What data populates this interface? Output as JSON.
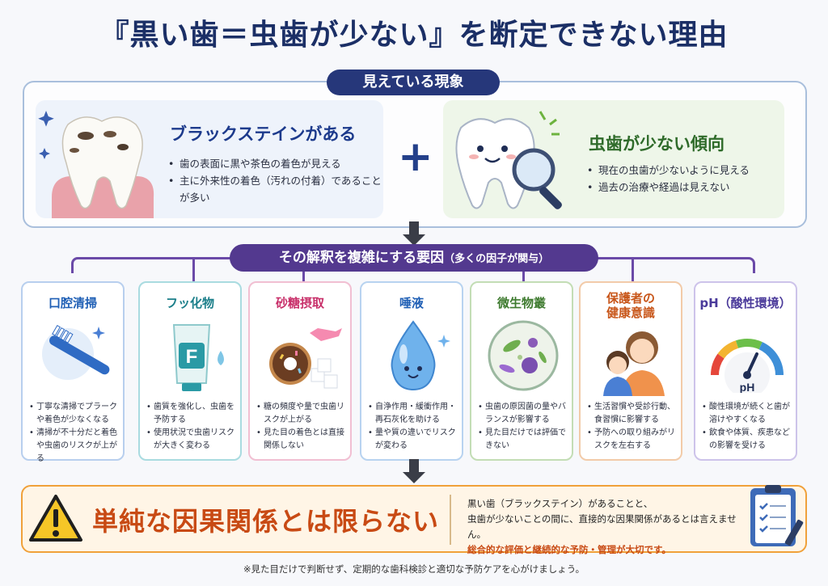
{
  "title": "『黒い歯＝虫歯が少ない』を断定できない理由",
  "phenomena": {
    "header": "見えている現象",
    "left": {
      "title": "ブラックステインがある",
      "bullets": [
        "歯の表面に黒や茶色の着色が見える",
        "主に外来性の着色（汚れの付着）であることが多い"
      ]
    },
    "plus": "+",
    "right": {
      "title": "虫歯が少ない傾向",
      "bullets": [
        "現在の虫歯が少ないように見える",
        "過去の治療や経過は見えない"
      ]
    }
  },
  "factors_header": {
    "main": "その解釈を複雑にする要因",
    "sub": "（多くの因子が関与）"
  },
  "factors": [
    {
      "name": "口腔清掃",
      "color": "#1f5fb5",
      "border": "#b8cfee",
      "bullets": [
        "丁寧な清掃でプラークや着色が少なくなる",
        "清掃が不十分だと着色や虫歯のリスクが上がる"
      ]
    },
    {
      "name": "フッ化物",
      "color": "#1c7f8a",
      "border": "#a9dbe0",
      "bullets": [
        "歯質を強化し、虫歯を予防する",
        "使用状況で虫歯リスクが大きく変わる"
      ]
    },
    {
      "name": "砂糖摂取",
      "color": "#c8306a",
      "border": "#f1bfd2",
      "bullets": [
        "糖の頻度や量で虫歯リスクが上がる",
        "見た目の着色とは直接関係しない"
      ]
    },
    {
      "name": "唾液",
      "color": "#1f5fb5",
      "border": "#b8d3f0",
      "bullets": [
        "自浄作用・緩衝作用・再石灰化を助ける",
        "量や質の違いでリスクが変わる"
      ]
    },
    {
      "name": "微生物叢",
      "color": "#3d7a2e",
      "border": "#c3ddb5",
      "bullets": [
        "虫歯の原因菌の量やバランスが影響する",
        "見た目だけでは評価できない"
      ]
    },
    {
      "name1": "保護者の",
      "name2": "健康意識",
      "color": "#c8561a",
      "border": "#f2cba9",
      "bullets": [
        "生活習慣や受診行動、食習慣に影響する",
        "予防への取り組みがリスクを左右する"
      ]
    },
    {
      "name": "pH（酸性環境）",
      "color": "#4a3a9a",
      "border": "#cdc3ea",
      "bullets": [
        "酸性環境が続くと歯が溶けやすくなる",
        "飲食や体質、疾患などの影響を受ける"
      ]
    }
  ],
  "conclusion": {
    "headline": "単純な因果関係とは限らない",
    "line1": "黒い歯（ブラックステイン）があることと、",
    "line2": "虫歯が少ないことの間に、直接的な因果関係があるとは言えません。",
    "line3": "総合的な評価と継続的な予防・管理が大切です。"
  },
  "footnote": "※見た目だけで判断せず、定期的な歯科検診と適切な予防ケアを心がけましょう。",
  "gauge_label": "pH",
  "fluoride_label": "F",
  "colors": {
    "navy": "#1b2f66",
    "purple": "#53398f",
    "orange": "#f0a13a"
  }
}
